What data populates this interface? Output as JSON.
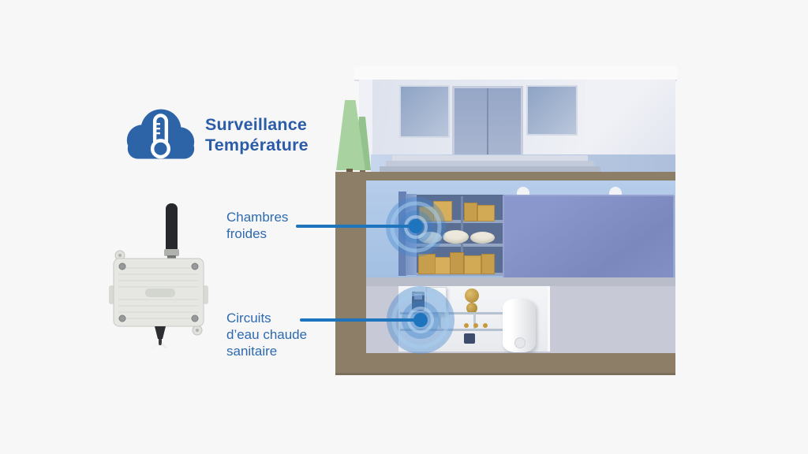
{
  "header": {
    "icon": "cloud-thermometer-icon",
    "title_line1": "Surveillance",
    "title_line2": "Température"
  },
  "annotations": {
    "cold_rooms": {
      "line1": "Chambres",
      "line2": "froides"
    },
    "hot_water": {
      "line1": "Circuits",
      "line2": "d’eau chaude",
      "line3": "sanitaire"
    }
  },
  "icons": {
    "header_icon": "cloud-thermometer-icon",
    "sensor": "wireless-temperature-sensor-image",
    "markers": "radar-target-icon"
  },
  "colors": {
    "background": "#f7f7f8",
    "brand_blue": "#2b5ca7",
    "label_blue": "#2d6ab0",
    "pointer_blue": "#1e74bd",
    "cold_panel_blue": "#8292c8",
    "interior_blue": "#aac5e6",
    "earth_brown": "#8d7e67",
    "tree_green": "#a9d2a1"
  }
}
